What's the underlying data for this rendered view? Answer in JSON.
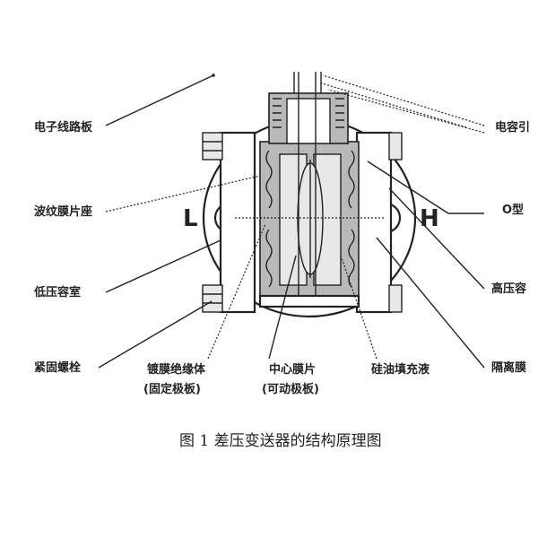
{
  "diagram": {
    "labels": {
      "circuit_board": "电子线路板",
      "corrugated_seat": "波纹膜片座",
      "low_pressure_chamber": "低压容室",
      "fastening_bolt": "紧固螺栓",
      "insulator_line1": "镀膜绝缘体",
      "insulator_line2": "(固定极板)",
      "center_diaphragm_line1": "中心膜片",
      "center_diaphragm_line2": "(可动极板)",
      "silicone_oil": "硅油填充液",
      "capacitor_lead": "电容引",
      "zero_ring": "O型",
      "high_pressure_chamber": "高压容",
      "isolation_diaphragm": "隔离膜"
    },
    "side_low": "L",
    "side_high": "H",
    "caption": "图 1 差压变送器的结构原理图"
  }
}
